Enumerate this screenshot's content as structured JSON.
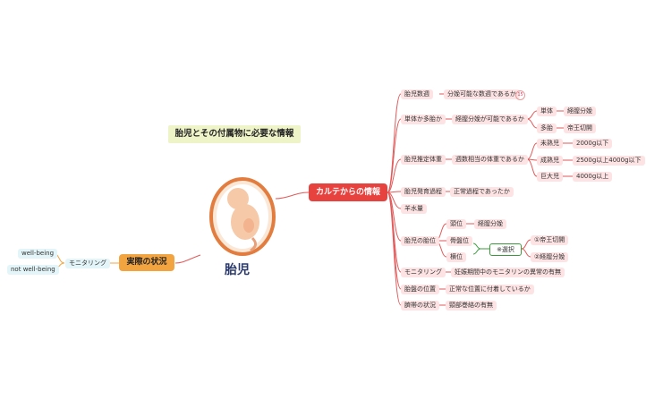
{
  "title": "胎児とその付属物に必要な情報",
  "center": "胎児",
  "right_root": "カルテからの情報",
  "left_root": "実際の状況",
  "left": {
    "monitoring": "モニタリング",
    "well": "well-being",
    "notwell": "not well-being"
  },
  "r": {
    "count": "胎児数週",
    "count_detail": "分娩可能な数週であるか",
    "count_badge": "15",
    "single": "単体か多胎か",
    "single_detail": "経膣分娩が可能であるか",
    "single_a": "単体",
    "single_a_detail": "経膣分娩",
    "single_b": "多胎",
    "single_b_detail": "帝王切開",
    "weight": "胎児推定体重",
    "weight_detail": "週数相当の体重であるか",
    "w1": "未熟児",
    "w1_detail": "2000g以下",
    "w2": "成熟児",
    "w2_detail": "2500g以上4000g以下",
    "w3": "巨大児",
    "w3_detail": "4000g以上",
    "growth": "胎児発育過程",
    "growth_detail": "正常過程であったか",
    "amniotic": "羊水量",
    "position": "胎児の胎位",
    "p1": "頭位",
    "p1_detail": "経膣分娩",
    "p2": "骨盤位",
    "p3": "横位",
    "select": "※選択",
    "opt1": "①帝王切開",
    "opt2": "②経膣分娩",
    "monitor": "モニタリング",
    "monitor_detail": "妊娠期間中のモニタリンの異常の有無",
    "placenta": "胎盤の位置",
    "placenta_detail": "正常な位置に付着しているか",
    "cord": "臍帯の状況",
    "cord_detail": "頸部巻絡の有無"
  }
}
